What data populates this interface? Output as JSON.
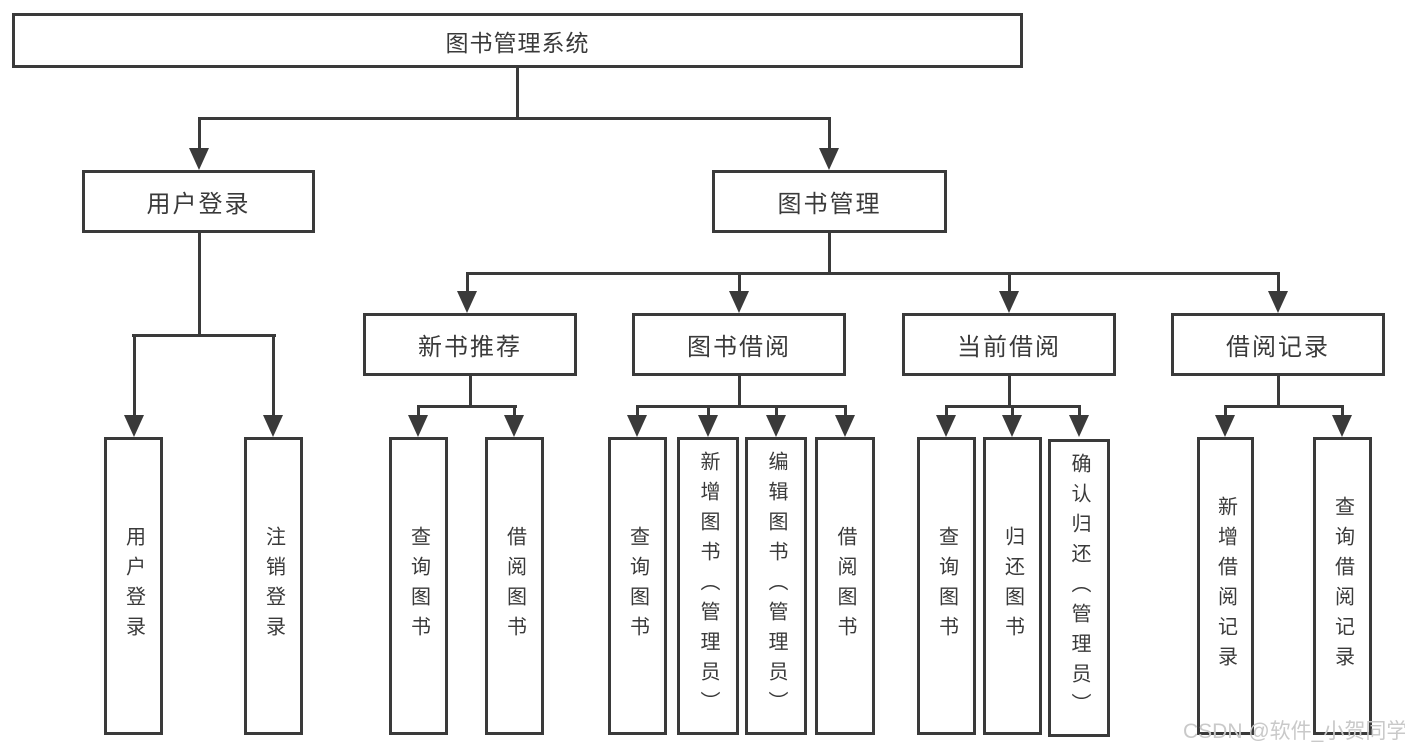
{
  "diagram": {
    "root": {
      "label": "图书管理系统"
    },
    "branches": [
      {
        "label": "用户登录",
        "children": [
          {
            "label": "用户登录"
          },
          {
            "label": "注销登录"
          }
        ]
      },
      {
        "label": "图书管理",
        "children": [
          {
            "label": "新书推荐",
            "children": [
              {
                "label": "查询图书"
              },
              {
                "label": "借阅图书"
              }
            ]
          },
          {
            "label": "图书借阅",
            "children": [
              {
                "label": "查询图书"
              },
              {
                "label": "新增图书（管理员）"
              },
              {
                "label": "编辑图书（管理员）"
              },
              {
                "label": "借阅图书"
              }
            ]
          },
          {
            "label": "当前借阅",
            "children": [
              {
                "label": "查询图书"
              },
              {
                "label": "归还图书"
              },
              {
                "label": "确认归还（管理员）"
              }
            ]
          },
          {
            "label": "借阅记录",
            "children": [
              {
                "label": "新增借阅记录"
              },
              {
                "label": "查询借阅记录"
              }
            ]
          }
        ]
      }
    ]
  },
  "watermark": {
    "text": "CSDN @软件_小贺同学"
  },
  "colors": {
    "line": "#3a3a3a",
    "text": "#3a3a3a",
    "background": "#ffffff",
    "watermark": "#c9c9c9"
  }
}
